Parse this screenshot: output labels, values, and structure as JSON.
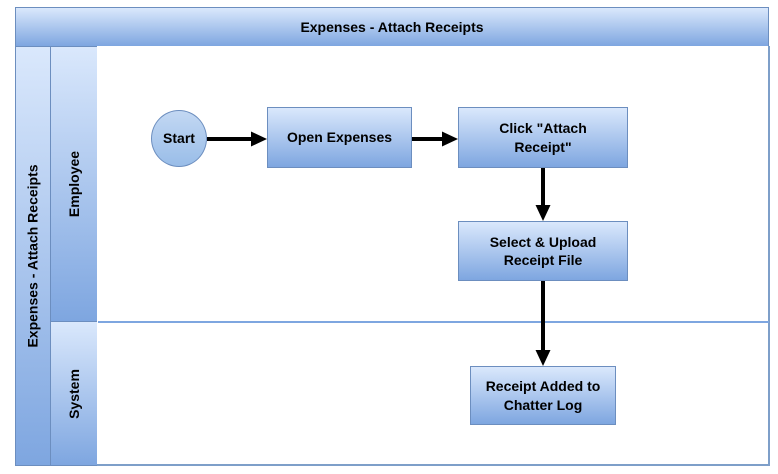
{
  "diagram": {
    "title": "Expenses - Attach Receipts",
    "pool_label": "Expenses - Attach Receipts",
    "lanes": [
      {
        "label": "Employee"
      },
      {
        "label": "System"
      }
    ],
    "nodes": [
      {
        "id": "start",
        "type": "start-event",
        "lane": "Employee",
        "label": "Start"
      },
      {
        "id": "open-expenses",
        "type": "task",
        "lane": "Employee",
        "label": "Open Expenses"
      },
      {
        "id": "click-attach-receipt",
        "type": "task",
        "lane": "Employee",
        "label": "Click \"Attach Receipt\""
      },
      {
        "id": "select-upload-receipt-file",
        "type": "task",
        "lane": "Employee",
        "label": "Select & Upload Receipt File"
      },
      {
        "id": "receipt-added-to-chatter-log",
        "type": "task",
        "lane": "System",
        "label": "Receipt Added to Chatter Log"
      }
    ],
    "flows": [
      {
        "from": "start",
        "to": "open-expenses"
      },
      {
        "from": "open-expenses",
        "to": "click-attach-receipt"
      },
      {
        "from": "click-attach-receipt",
        "to": "select-upload-receipt-file"
      },
      {
        "from": "select-upload-receipt-file",
        "to": "receipt-added-to-chatter-log"
      }
    ],
    "colors": {
      "node_fill_top": "#dae8fc",
      "node_fill_bottom": "#7ea6e0",
      "node_stroke": "#6c8ebf",
      "arrow": "#000000",
      "text": "#000000",
      "background": "#ffffff"
    }
  }
}
